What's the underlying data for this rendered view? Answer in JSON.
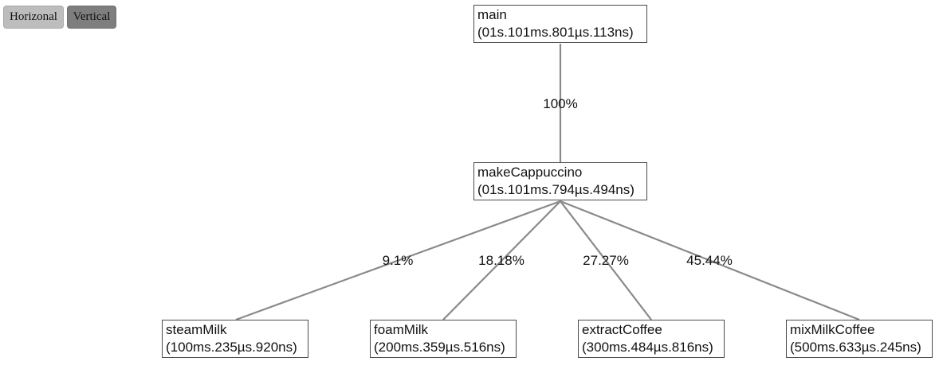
{
  "toolbar": {
    "horizontal_label": "Horizonal",
    "vertical_label": "Vertical"
  },
  "nodes": {
    "main": {
      "name": "main",
      "time": "(01s.101ms.801µs.113ns)"
    },
    "makeCappuccino": {
      "name": "makeCappuccino",
      "time": "(01s.101ms.794µs.494ns)"
    },
    "steamMilk": {
      "name": "steamMilk",
      "time": "(100ms.235µs.920ns)"
    },
    "foamMilk": {
      "name": "foamMilk",
      "time": "(200ms.359µs.516ns)"
    },
    "extractCoffee": {
      "name": "extractCoffee",
      "time": "(300ms.484µs.816ns)"
    },
    "mixMilkCoffee": {
      "name": "mixMilkCoffee",
      "time": "(500ms.633µs.245ns)"
    }
  },
  "edges": {
    "main_makeCappuccino": "100%",
    "makeCappuccino_steamMilk": "9.1%",
    "makeCappuccino_foamMilk": "18.18%",
    "makeCappuccino_extractCoffee": "27.27%",
    "makeCappuccino_mixMilkCoffee": "45.44%"
  },
  "colors": {
    "edge": "#8a8a8a",
    "node_border": "#4a4a4a",
    "btn_horizontal": "#bdbdbd",
    "btn_vertical": "#7e7e7e"
  }
}
